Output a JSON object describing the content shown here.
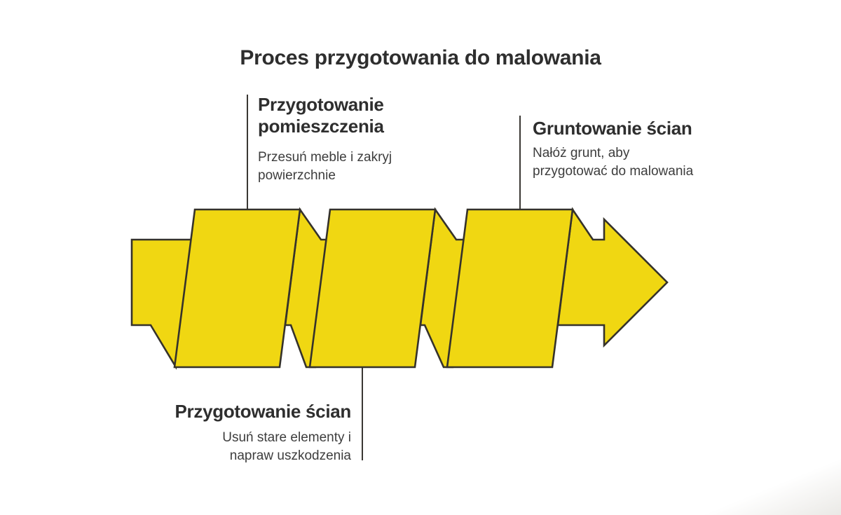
{
  "title": "Proces przygotowania do malowania",
  "diagram": {
    "type": "process-flow-arrow",
    "shape": "folded-ribbon-arrow",
    "direction": "left-to-right",
    "segment_count": 3
  },
  "colors": {
    "arrow_fill": "#F0D712",
    "arrow_outline": "#35322B",
    "callout_line": "#3A3733",
    "heading_text": "#2E2E2E",
    "body_text": "#3D3D3D",
    "background": "#FFFFFF"
  },
  "steps": [
    {
      "heading": "Przygotowanie pomieszczenia",
      "heading_lines": [
        "Przygotowanie",
        "pomieszczenia"
      ],
      "description": "Przesuń meble i zakryj powierzchnie",
      "description_lines": [
        "Przesuń meble i zakryj",
        "powierzchnie"
      ],
      "label_position": "top-left"
    },
    {
      "heading": "Przygotowanie ścian",
      "heading_lines": [
        "Przygotowanie ścian"
      ],
      "description": "Usuń stare elementy i napraw uszkodzenia",
      "description_lines": [
        "Usuń stare elementy i",
        "napraw uszkodzenia"
      ],
      "label_position": "bottom-center"
    },
    {
      "heading": "Gruntowanie ścian",
      "heading_lines": [
        "Gruntowanie ścian"
      ],
      "description": "Nałóż grunt, aby przygotować do malowania",
      "description_lines": [
        "Nałóż grunt, aby",
        "przygotować do malowania"
      ],
      "label_position": "top-right"
    }
  ]
}
